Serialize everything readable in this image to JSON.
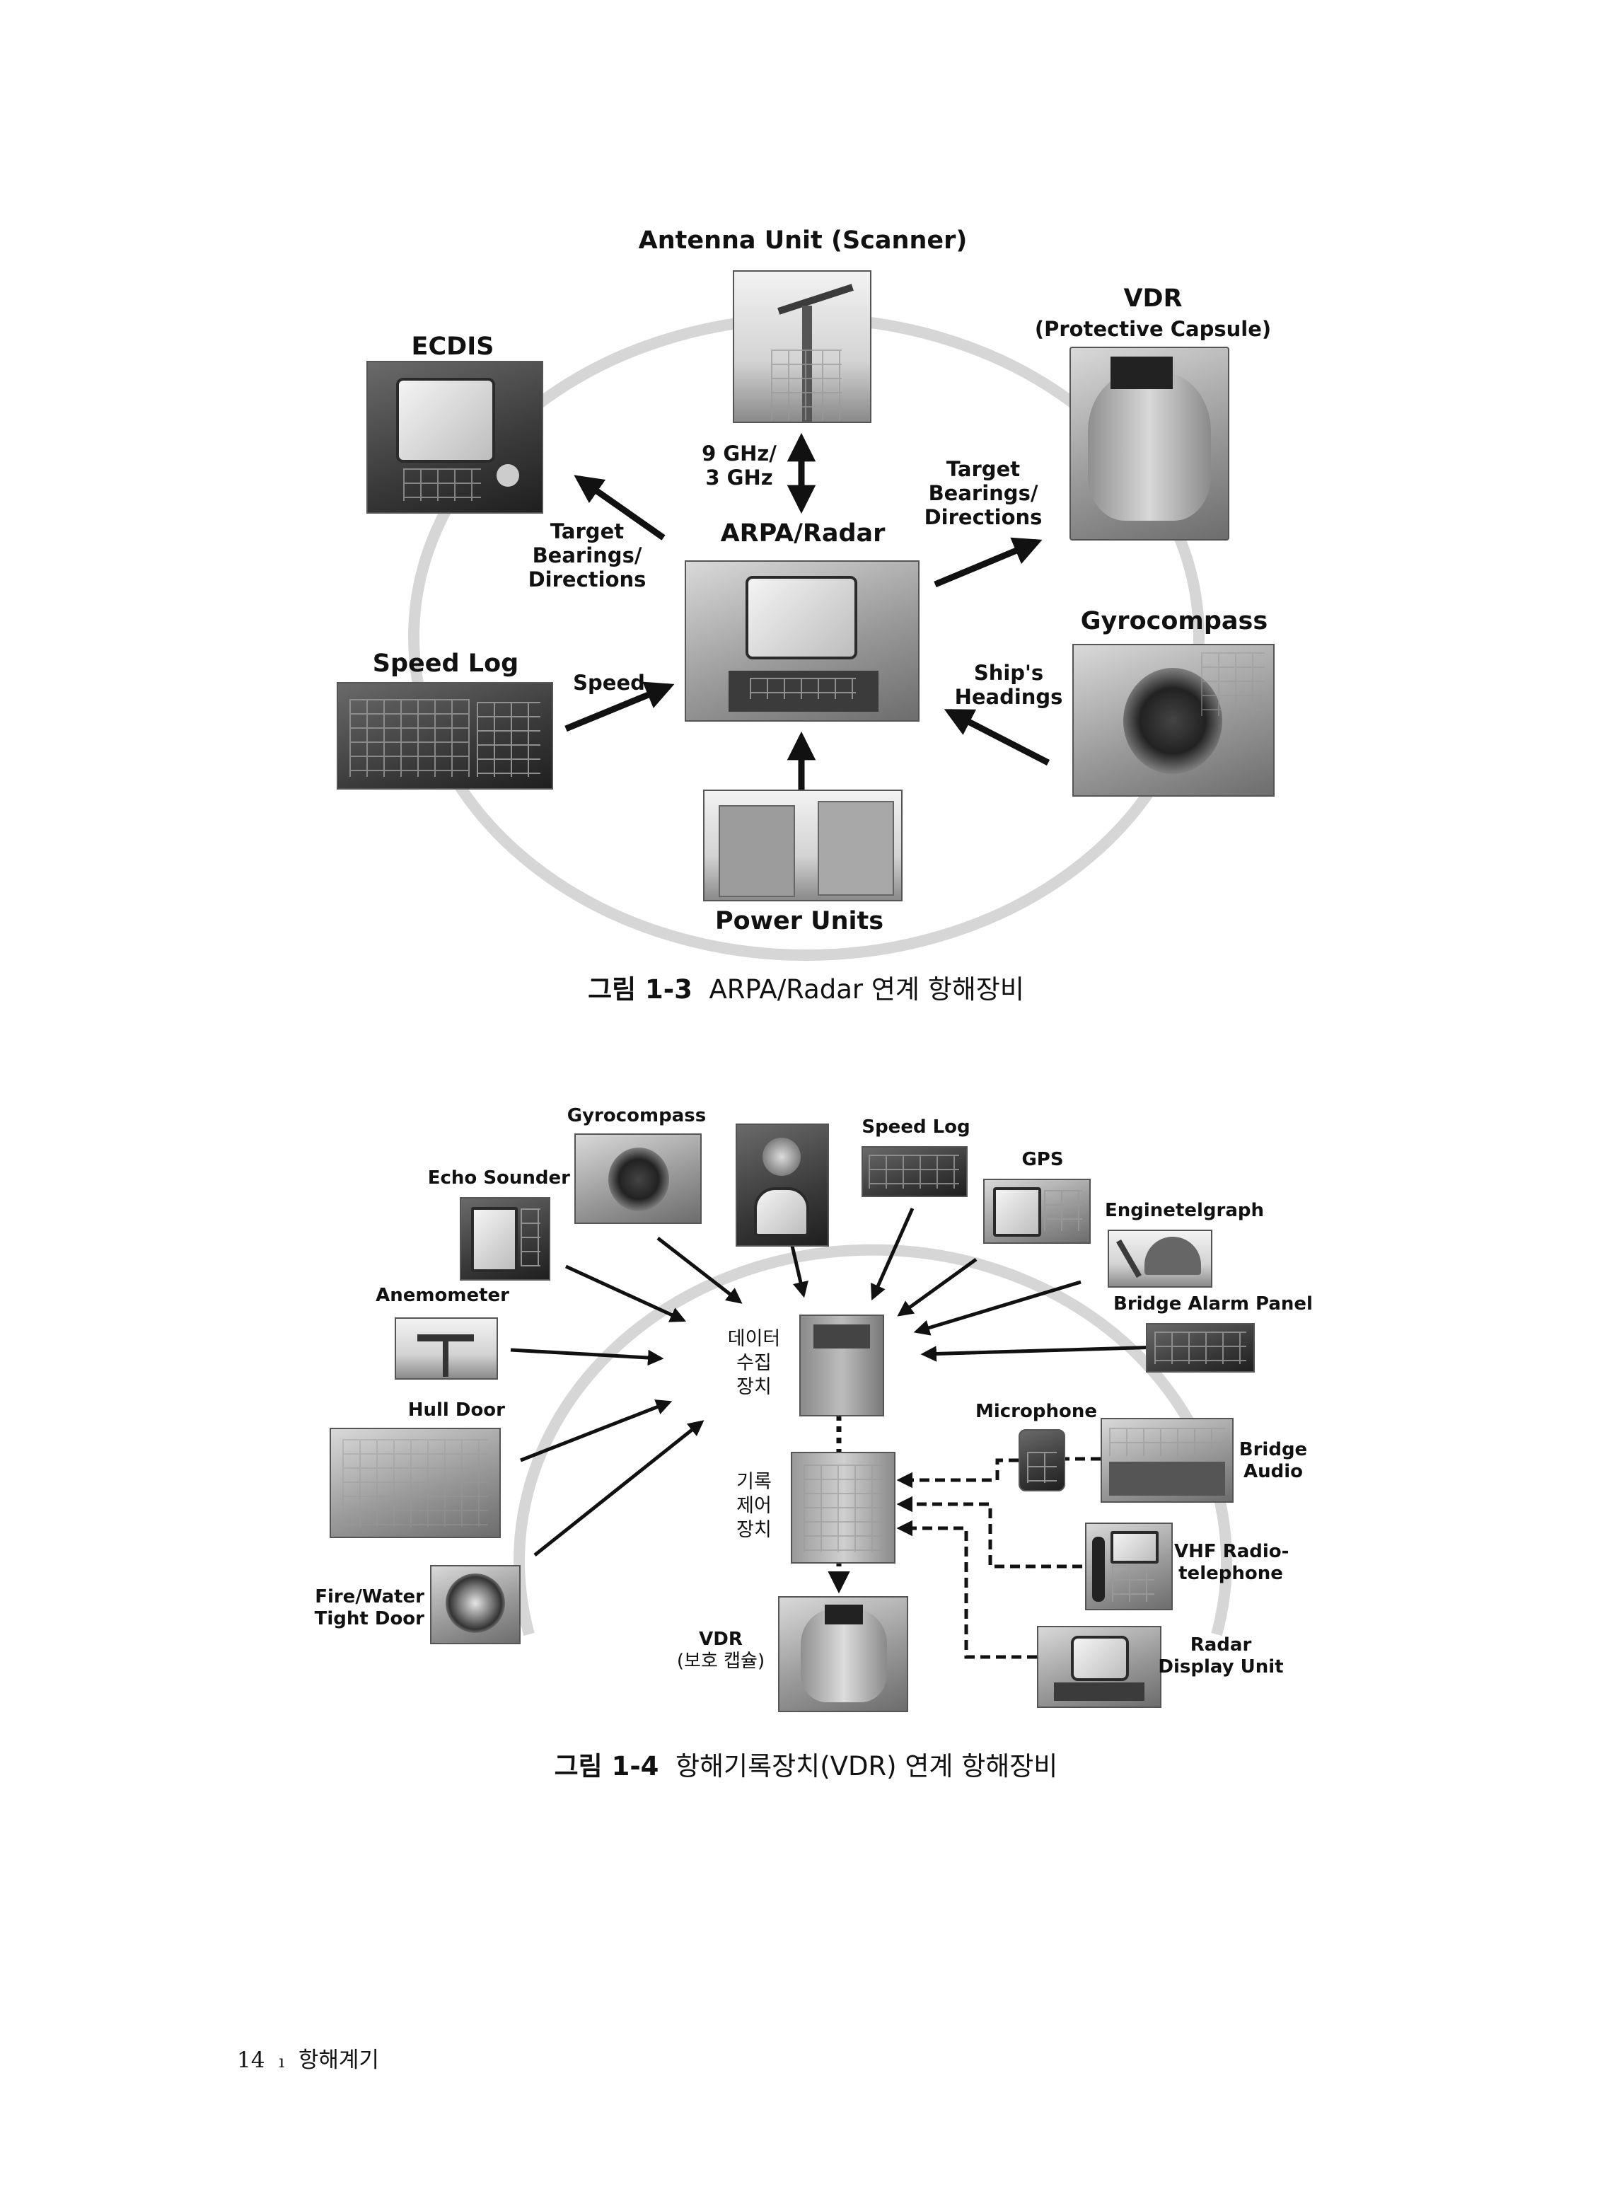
{
  "figure_1_3": {
    "nodes": {
      "antenna": "Antenna Unit (Scanner)",
      "vdr_title": "VDR",
      "vdr_sub": "(Protective Capsule)",
      "ecdis": "ECDIS",
      "arpa": "ARPA/Radar",
      "gyro": "Gyrocompass",
      "speedlog": "Speed Log",
      "power": "Power Units"
    },
    "links": {
      "freq_1": "9 GHz/",
      "freq_2": "3 GHz",
      "tb_left_1": "Target",
      "tb_left_2": "Bearings/",
      "tb_left_3": "Directions",
      "tb_right_1": "Target",
      "tb_right_2": "Bearings/",
      "tb_right_3": "Directions",
      "speed": "Speed",
      "heading_1": "Ship's",
      "heading_2": "Headings"
    },
    "caption": {
      "number": "그림 1-3",
      "text": "ARPA/Radar 연계 항해장비"
    }
  },
  "figure_1_4": {
    "nodes": {
      "gyro": "Gyrocompass",
      "speedlog": "Speed Log",
      "gps": "GPS",
      "echo": "Echo Sounder",
      "engine": "Enginetelgraph",
      "anemometer": "Anemometer",
      "alarm": "Bridge Alarm Panel",
      "hull": "Hull Door",
      "microphone": "Microphone",
      "audio_1": "Bridge",
      "audio_2": "Audio",
      "vhf_1": "VHF Radio-",
      "vhf_2": "telephone",
      "firedoor_1": "Fire/Water",
      "firedoor_2": "Tight Door",
      "radar_1": "Radar",
      "radar_2": "Display Unit",
      "vdr_1": "VDR",
      "vdr_2": "(보호 캡슐)",
      "dau_1": "데이터",
      "dau_2": "수집",
      "dau_3": "장치",
      "rcu_1": "기록",
      "rcu_2": "제어",
      "rcu_3": "장치"
    },
    "caption": {
      "number": "그림 1-4",
      "text": "항해기록장치(VDR) 연계 항해장비"
    }
  },
  "footer": {
    "page_number": "14",
    "separator": "ı",
    "book_title": "항해계기"
  },
  "colors": {
    "ink": "#111111",
    "ring": "#d6d6d6",
    "photo_border": "#555555"
  }
}
